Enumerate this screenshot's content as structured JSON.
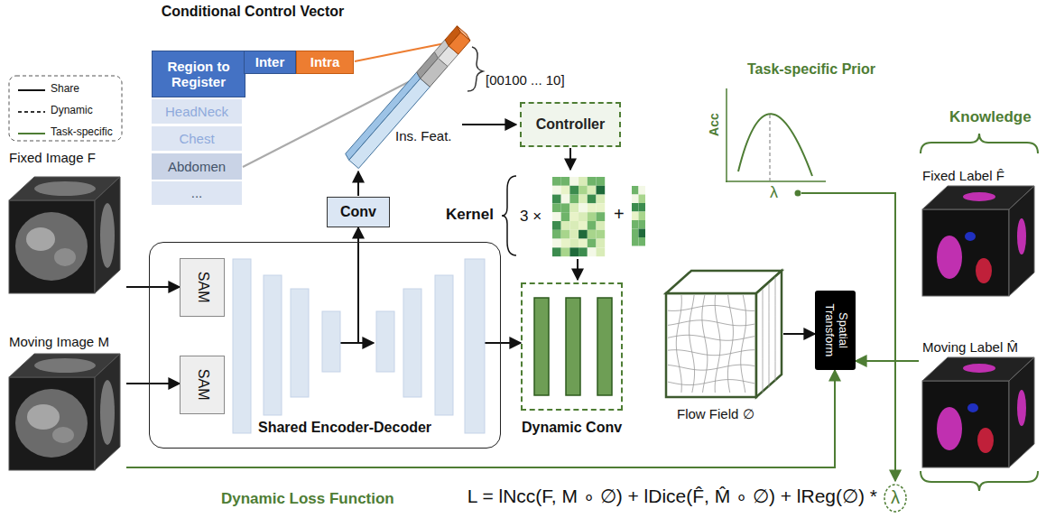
{
  "diagram": {
    "nodes": [
      {
        "text": [
          "Conditional Control Vector"
        ]
      },
      {
        "text": [
          "Region to Register"
        ],
        "in": 0
      },
      {
        "text": [
          "Inter"
        ],
        "in": 0
      },
      {
        "text": [
          "Intra"
        ],
        "in": 0
      },
      {
        "text": [
          "HeadNeck"
        ],
        "in": 0
      },
      {
        "text": [
          "Chest"
        ],
        "in": 0
      },
      {
        "text": [
          "Abdomen"
        ],
        "in": 0
      },
      {
        "text": [
          "..."
        ],
        "in": 0
      },
      {
        "text": [
          "Fixed Image F"
        ]
      },
      {
        "text": [
          "Moving Image M"
        ]
      },
      {
        "text": [
          "Conv"
        ]
      },
      {
        "text": [
          "Controller"
        ]
      },
      {
        "text": [
          "Shared Encoder-Decoder"
        ]
      },
      {
        "text": [
          "SAM"
        ],
        "in": 12
      },
      {
        "text": [
          "SAM"
        ],
        "in": 12
      },
      {
        "text": [
          "Dynamic Conv"
        ]
      },
      {
        "text": [
          "Flow Field ∅"
        ]
      },
      {
        "text": [
          "Spatial Transform"
        ]
      },
      {
        "text": [
          "Fixed Label F̂"
        ]
      },
      {
        "text": [
          "Moving Label M̂"
        ]
      }
    ],
    "edges": [
      {
        "from": 8,
        "to": 13,
        "arrow": "to"
      },
      {
        "from": 9,
        "to": 14,
        "arrow": "to"
      },
      {
        "from": 12,
        "to": 10,
        "arrow": "to"
      },
      {
        "from": 12,
        "to": 15,
        "arrow": "to"
      },
      {
        "from": 16,
        "to": 17,
        "arrow": "to"
      },
      {
        "from": 9,
        "to": 17,
        "arrow": "to"
      },
      {
        "from": 19,
        "to": 17,
        "arrow": "to"
      }
    ],
    "labels": [
      "[00100 ... 10]",
      "Ins. Feat.",
      "Kernel",
      "3 ×",
      "+",
      "Task-specific Prior",
      "Acc",
      "λ",
      "Knowledge",
      "Dynamic Loss Function",
      "L = lNcc(F, M ∘ ∅) + lDice(F̂, M̂ ∘ ∅) + lReg(∅) *",
      "λ"
    ],
    "legend": [
      {
        "text": "Share"
      },
      {
        "text": "Dynamic"
      },
      {
        "text": "Task-specific"
      }
    ]
  }
}
